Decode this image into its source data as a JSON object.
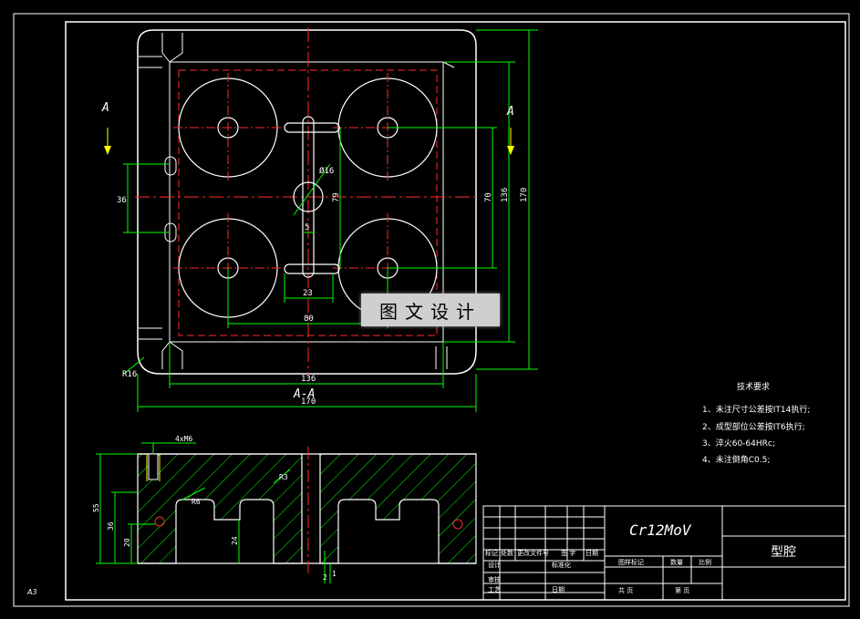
{
  "sheet": {
    "format": "A3"
  },
  "plan_view": {
    "section_mark_left": "A",
    "section_mark_right": "A",
    "section_label": "A-A",
    "dims": {
      "overall_width": "170",
      "inner_width": "136",
      "hole_spacing_x": "80",
      "slot_width": "23",
      "slot_gap": "5",
      "overall_height": "170",
      "inner_height": "136",
      "hole_spacing_y": "70",
      "slot_length": "79",
      "left_height": "36",
      "corner_radius": "R16",
      "center_dia": "Ø16"
    }
  },
  "section_view": {
    "dims": {
      "thread_note": "4xM6",
      "height_total": "55",
      "height_mid": "36",
      "height_low": "20",
      "depth": "24",
      "fillet_a": "R6",
      "fillet_b": "R3",
      "small_a": "2",
      "small_b": "1"
    }
  },
  "tech_requirements": {
    "title": "技术要求",
    "items": [
      "1、未注尺寸公差按IT14执行;",
      "2、成型部位公差按IT6执行;",
      "3、淬火60-64HRc;",
      "4、未注倒角C0.5;"
    ]
  },
  "title_block": {
    "material": "Cr12MoV",
    "part_name": "型腔",
    "labels": {
      "mark": "标记",
      "count": "处数",
      "change_doc": "更改文件号",
      "sign": "签 字",
      "date": "日期",
      "design": "设计",
      "standardize": "标准化",
      "stage_mark": "图样标记",
      "quantity": "数量",
      "scale": "比例",
      "review": "审核",
      "process": "工艺",
      "date2": "日期",
      "total_sheets": "共    页",
      "sheet_no": "第    页"
    }
  },
  "watermark": {
    "text": "图文设计"
  },
  "colors": {
    "outline": "#ffffff",
    "center": "#ff2a2a",
    "dim": "#00ff00",
    "text": "#ffffff",
    "hatch": "#00ff00",
    "dashed": "#ffff00"
  }
}
